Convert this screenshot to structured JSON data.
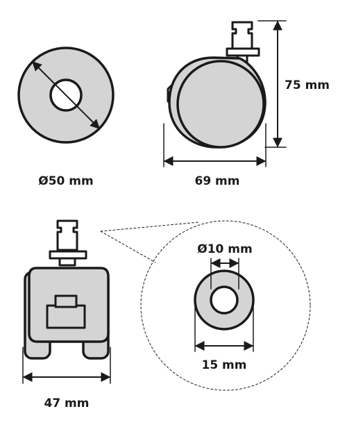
{
  "dimensions": {
    "wheel_diameter": "Ø50 mm",
    "side_width": "69 mm",
    "total_height": "75 mm",
    "front_width": "47 mm",
    "detail_inner_diameter": "Ø10 mm",
    "detail_outer_diameter": "15 mm"
  },
  "colors": {
    "line": "#1a1a1a",
    "wheel_fill": "#d4d4d4",
    "background": "#ffffff"
  }
}
